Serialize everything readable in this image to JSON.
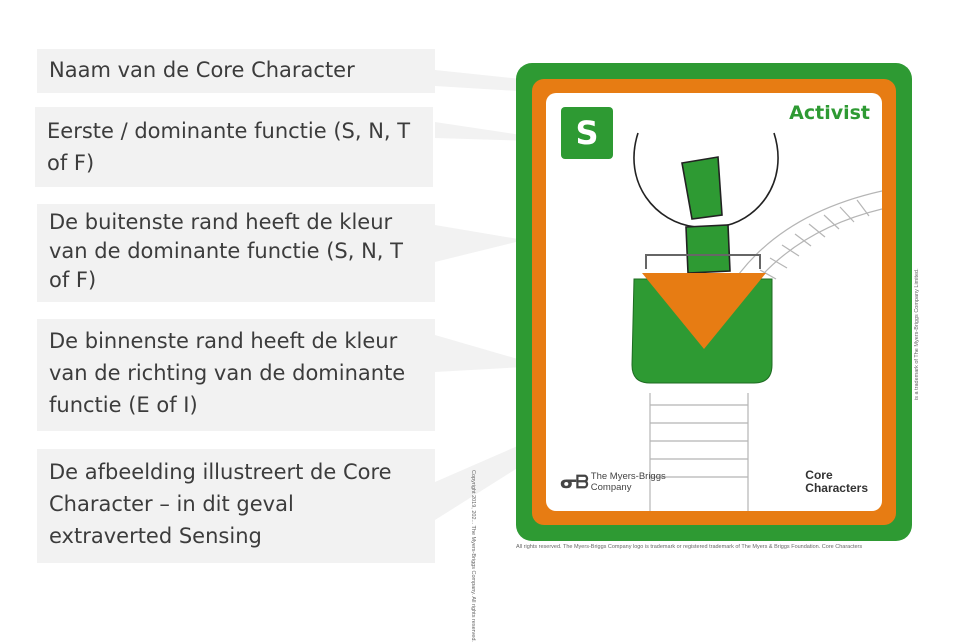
{
  "callouts": [
    {
      "id": "name",
      "text": "Naam van de Core Character"
    },
    {
      "id": "dominant",
      "text": "Eerste / dominante functie (S, N, T of F)"
    },
    {
      "id": "outer-border",
      "text": "De buitenste rand heeft de kleur van de dominante functie (S, N, T of F)"
    },
    {
      "id": "inner-border",
      "text": "De binnenste rand heeft de kleur van de richting van de dominante functie (E of I)"
    },
    {
      "id": "illustration",
      "text": "De afbeelding illustreert de Core Character – in dit geval extraverted Sensing"
    }
  ],
  "card": {
    "badge_letter": "S",
    "character_name": "Activist",
    "colors": {
      "outer": "#2e9a33",
      "inner": "#e77c13",
      "face": "#ffffff"
    },
    "logo_left": {
      "line1": "The Myers-Briggs",
      "line2": "Company"
    },
    "logo_right": {
      "line1": "Core",
      "line2": "Characters"
    },
    "fineprint_side_left": "Copyright 2019, 202... The Myers-Briggs Company. All rights reserved.",
    "fineprint_side_right": "is a trademark of The Myers-Briggs Company Limited.",
    "fineprint_bottom": "All rights reserved. The Myers-Briggs Company logo is trademark or registered trademark of The Myers & Briggs Foundation. Core Characters"
  }
}
